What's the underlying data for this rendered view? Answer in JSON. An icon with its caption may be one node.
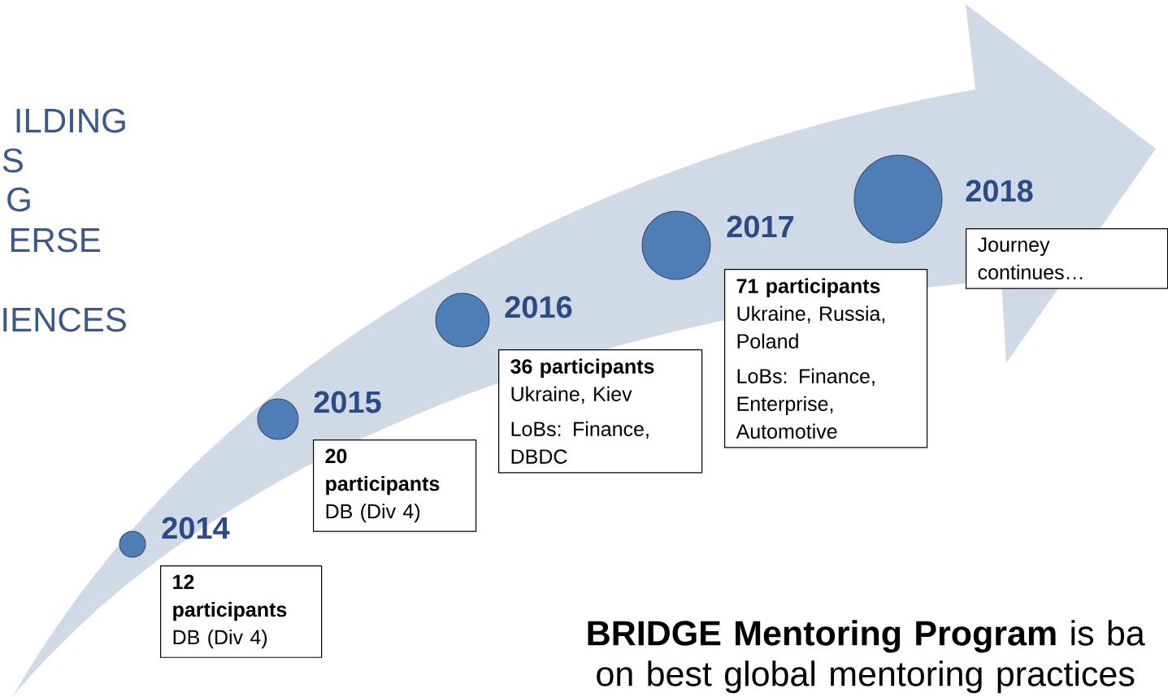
{
  "diagram": {
    "nodes": [
      {
        "text": [],
        "shape": "circle",
        "beside": [
          "2014"
        ]
      },
      {
        "text": [
          "12 participants",
          "DB (Div 4)"
        ]
      },
      {
        "text": [],
        "shape": "circle",
        "beside": [
          "2015"
        ]
      },
      {
        "text": [
          "20 participants",
          "DB (Div 4)"
        ]
      },
      {
        "text": [],
        "shape": "circle",
        "beside": [
          "2016"
        ]
      },
      {
        "text": [
          "36 participants",
          "Ukraine, Kiev",
          "LoBs: Finance, DBDC"
        ]
      },
      {
        "text": [],
        "shape": "circle",
        "beside": [
          "2017"
        ]
      },
      {
        "text": [
          "71 participants",
          "Ukraine, Russia, Poland",
          "LoBs: Finance, Enterprise, Automotive"
        ]
      },
      {
        "text": [],
        "shape": "circle",
        "beside": [
          "2018"
        ]
      },
      {
        "text": [
          "Journey continues…"
        ]
      }
    ],
    "labels": [
      "ILDING",
      "S",
      "G",
      "ERSE",
      "IENCES",
      "**BRIDGE Mentoring Program** is ba on best global mentoring practices"
    ]
  }
}
